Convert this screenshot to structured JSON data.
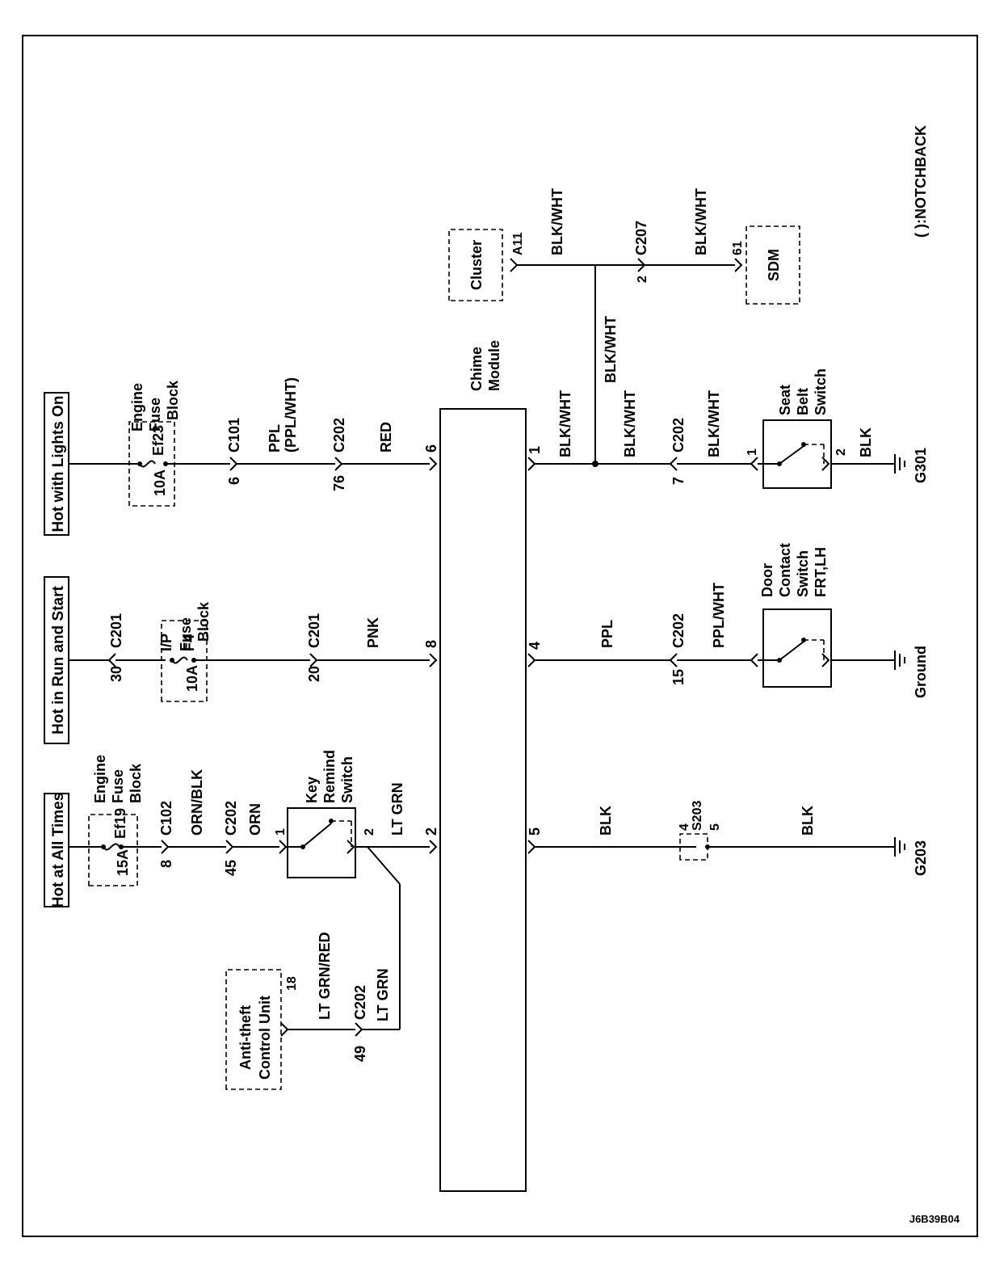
{
  "power": {
    "always": "Hot at All Times",
    "run_start": "Hot in Run and Start",
    "lights": "Hot with Lights On"
  },
  "fuses": {
    "ef19": {
      "amps": "15A",
      "id": "Ef19",
      "block": [
        "Engine",
        "Fuse",
        "Block"
      ]
    },
    "f4": {
      "amps": "10A",
      "id": "F4",
      "block": [
        "I/P",
        "Fuse",
        "Block"
      ]
    },
    "ef23": {
      "amps": "10A",
      "id": "Ef23",
      "block": [
        "Engine",
        "Fuse",
        "Block"
      ]
    }
  },
  "connectors": {
    "c102": "C102",
    "c102_pin": "8",
    "c202_a": "C202",
    "c202_a_pin": "45",
    "c201_a": "C201",
    "c201_a_pin": "30",
    "c201_b": "C201",
    "c201_b_pin": "20",
    "c101": "C101",
    "c101_pin": "6",
    "c202_b": "C202",
    "c202_b_pin": "76",
    "c202_c": "C202",
    "c202_c_pin": "49",
    "c202_d": "C202",
    "c202_d_pin": "15",
    "c202_e": "C202",
    "c202_e_pin": "7",
    "c207": "C207",
    "c207_pin": "2",
    "a11": "A11",
    "sdm_pin": "61",
    "s203": "S203",
    "s203_pin_in": "4",
    "s203_pin_out": "5",
    "atcu_pin": "18"
  },
  "wires": {
    "orn_blk": "ORN/BLK",
    "orn": "ORN",
    "lt_grn": "LT GRN",
    "lt_grn_2": "LT GRN",
    "lt_grn_red": "LT GRN/RED",
    "pnk": "PNK",
    "ppl": "PPL",
    "ppl_alt": "(PPL/WHT)",
    "red": "RED",
    "blk_wht_1": "BLK/WHT",
    "blk_wht_2": "BLK/WHT",
    "blk_wht_3": "BLK/WHT",
    "blk_wht_4": "BLK/WHT",
    "blk_wht_5": "BLK/WHT",
    "blk_wht_6": "BLK/WHT",
    "ppl_2": "PPL",
    "ppl_wht": "PPL/WHT",
    "blk_1": "BLK",
    "blk_2": "BLK",
    "blk_3": "BLK"
  },
  "components": {
    "key_switch": [
      "Key",
      "Remind",
      "Switch"
    ],
    "key_pin_1": "1",
    "key_pin_2": "2",
    "chime": [
      "Chime",
      "Module"
    ],
    "chime_pins": {
      "p2": "2",
      "p8": "8",
      "p6": "6",
      "p5": "5",
      "p4": "4",
      "p1": "1"
    },
    "atcu": [
      "Anti-theft",
      "Control Unit"
    ],
    "cluster": "Cluster",
    "sdm": "SDM",
    "door_switch": [
      "Door",
      "Contact",
      "Switch",
      "FRT,LH"
    ],
    "door_pin_1": "",
    "seat_switch": [
      "Seat",
      "Belt",
      "Switch"
    ],
    "seat_pin_1": "1",
    "seat_pin_2": "2"
  },
  "grounds": {
    "g203": "G203",
    "ground": "Ground",
    "g301": "G301"
  },
  "notes": {
    "notchback": "( ):NOTCHBACK",
    "code": "J6B39B04"
  }
}
